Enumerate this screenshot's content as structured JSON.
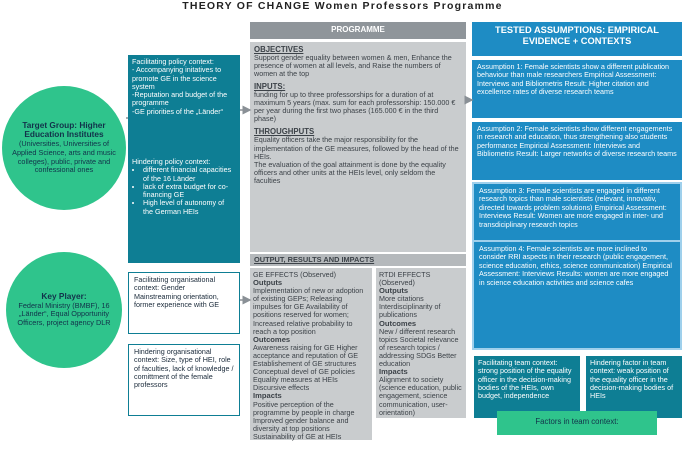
{
  "title": "THEORY OF CHANGE Women Professors Programme",
  "target_group": {
    "heading": "Target Group: Higher Education Institutes",
    "body": "(Universities, Universities of Applied Science, arts and music colleges), public, private and confessional ones"
  },
  "key_player": {
    "heading": "Key Player:",
    "body": "Federal Ministry (BMBF), 16 „Länder“, Equal Opportunity Officers, project agency DLR"
  },
  "facilitating_policy": {
    "intro": "Facilitating policy context:",
    "items": [
      "- Accompanying initatives to promote GE in the science system",
      "-Reputation and budget of the programme",
      "-GE priorities of the „Länder“"
    ]
  },
  "hindering_policy": {
    "intro": "Hindering policy context:",
    "items": [
      "different financial capacities of the 16 Länder",
      "lack of extra budget for co-financing GE",
      "High level of autonomy of the German HEIs"
    ]
  },
  "facilitating_org": "Facilitating organisational context: Gender Mainstreaming orientation, former experience with GE",
  "hindering_org": "Hindering organisational context: Size, type of HEI, role of faculties, lack of knowledge / comittment of the female professors",
  "programme": {
    "header": "PROGRAMME",
    "objectives_title": "OBJECTIVES",
    "objectives_text": "Support gender equality between women & men, Enhance the presence of women at all levels, and Raise the numbers of women at the top",
    "inputs_title": "INPUTS:",
    "inputs_text": "funding for up to three professorships for a duration of at maximum 5 years (max. sum for each professorship: 150.000 € per year during the first two phases (165.000 € in the third phase)",
    "throughputs_title": "THROUGHPUTS",
    "throughputs_text1": "Equality officers take the major responsibility for the implementation of the GE measures, followed by the head of the HEIs.",
    "throughputs_text2": "The evaluation of the goal attainment is done by the equality officers and other units at the HEIs level, only seldom the faculties",
    "output_title": "OUTPUT, RESULTS AND IMPACTS",
    "ge": {
      "title": "GE EFFECTS (Observed)",
      "outputs_label": "Outputs",
      "outputs": "Implementation of new or adoption of existing GEPs; Releasing impulses for GE Availability of positions reserved for women; Increased relative probability to reach a top position",
      "outcomes_label": "Outcomes",
      "outcomes": "Awareness raising for GE Higher acceptance and reputation of GE Establishement of GE structures Conceptual devel of GE policies Equality measures at HEIs Discursive effects",
      "impacts_label": "Impacts",
      "impacts": "Positive perception of the programme by people in charge Improved gender balance and diversity at top positions Sustainability of GE at HEIs"
    },
    "rtdi": {
      "title": "RTDI EFFECTS (Observed)",
      "outputs_label": "Outputs",
      "outputs": "More citations Interdisciplinarity of publications",
      "outcomes_label": "Outcomes",
      "outcomes": "New / different research topics Societal relevance of research topics / addressing SDGs Better education",
      "impacts_label": "Impacts",
      "impacts": "Alignment to society (science education, public engagement, science communication, user-orientation)"
    }
  },
  "assumptions": {
    "header": "TESTED ASSUMPTIONS: EMPIRICAL EVIDENCE + CONTEXTS",
    "items": [
      "Assumption 1: Female scientists show a different publication behaviour than male researchers Empirical Assessment: Interviews and Bibliometris Result: Higher citation and excellence rates of diverse research teams",
      "Assumption 2: Female scientists show different engagements in research and education, thus strengthening also students performance Empirical Assessment: Interviews and Bibliometris Result: Larger networks of diverse research teams",
      "Assumption 3: Female scientists are engaged in different research topics than male scientists (relevant, innovativ, directed towards problem solutions) Empirical Assessment: Interviews Result: Women are more engaged in inter- und transdiciplinary research topics",
      "Assumption 4: Female scientists are more inclined to consider RRI aspects in their research (public engagement, science education, ethics, science communication) Empirical Assessment: Interviews Results: women are more engaged in science education activities and science cafes"
    ]
  },
  "facilitating_team": "Facilitating team context: strong position of the equality officer in the decision-making bodies of the HEIs, own budget, independence",
  "hindering_team": "Hindering factor in team context: weak position of the equality officer in the decision-making bodies of HEIs",
  "factors_team": "Factors in team context:",
  "colors": {
    "teal": "#0e7e94",
    "green": "#2fc48c",
    "blue": "#1e8cc4",
    "grey": "#c9ccce"
  }
}
